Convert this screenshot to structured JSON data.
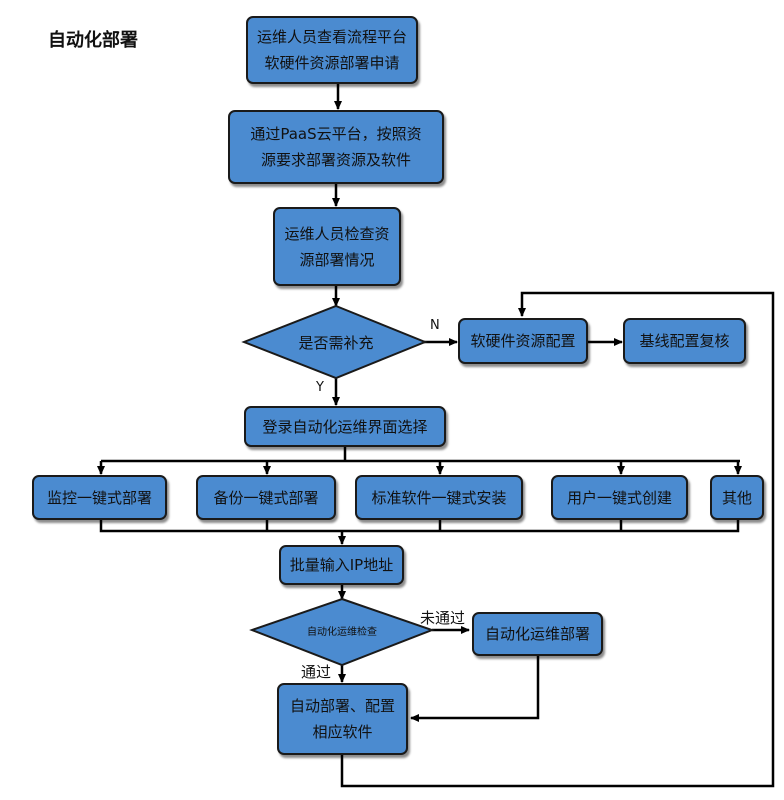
{
  "title": "自动化部署",
  "nodes": {
    "apply": "运维人员查看流程平台软硬件资源部署申请",
    "paas": "通过PaaS云平台，按照资源要求部署资源及软件",
    "check": "运维人员检查资源部署情况",
    "need_supplement": "是否需补充",
    "hw_config": "软硬件资源配置",
    "baseline": "基线配置复核",
    "login": "登录自动化运维界面选择",
    "monitor": "监控一键式部署",
    "backup": "备份一键式部署",
    "std_install": "标准软件一键式安装",
    "user_create": "用户一键式创建",
    "other": "其他",
    "batch_ip": "批量输入IP地址",
    "auto_check": "自动化运维检查",
    "auto_deploy": "自动化运维部署",
    "deploy_config": "自动部署、配置相应软件"
  },
  "edge_labels": {
    "no": "N",
    "yes": "Y",
    "fail": "未通过",
    "pass": "通过"
  },
  "colors": {
    "box_fill": "#4b8bd0",
    "border": "#1a1a1a",
    "line": "#000000"
  }
}
